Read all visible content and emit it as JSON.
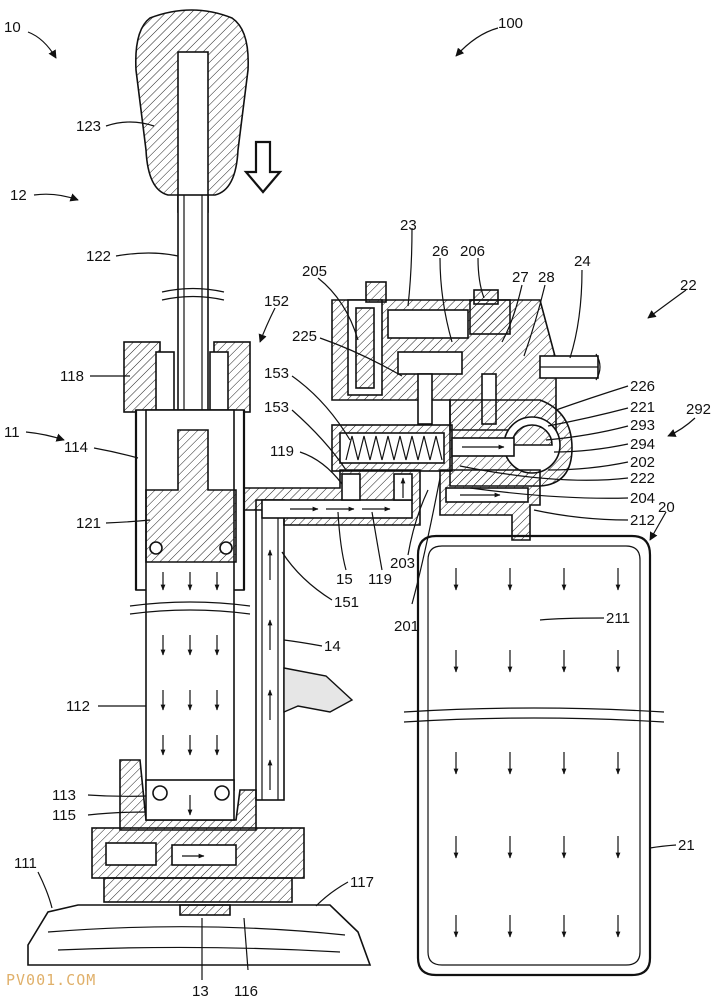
{
  "labels": {
    "l10": "10",
    "l100": "100",
    "l123": "123",
    "l12": "12",
    "l122": "122",
    "l23": "23",
    "l26": "26",
    "l206": "206",
    "l24": "24",
    "l27": "27",
    "l28": "28",
    "l22": "22",
    "l205": "205",
    "l152": "152",
    "l225": "225",
    "l153a": "153",
    "l153b": "153",
    "l118": "118",
    "l226": "226",
    "l221": "221",
    "l292": "292",
    "l293": "293",
    "l294": "294",
    "l11": "11",
    "l119a": "119",
    "l202": "202",
    "l114": "114",
    "l222": "222",
    "l204": "204",
    "l20": "20",
    "l212": "212",
    "l121": "121",
    "l203": "203",
    "l15": "15",
    "l119b": "119",
    "l151": "151",
    "l201": "201",
    "l211": "211",
    "l14": "14",
    "l112": "112",
    "l113": "113",
    "l115": "115",
    "l21": "21",
    "l111": "111",
    "l117": "117",
    "l13": "13",
    "l116": "116"
  },
  "watermark": "PV001.COM"
}
